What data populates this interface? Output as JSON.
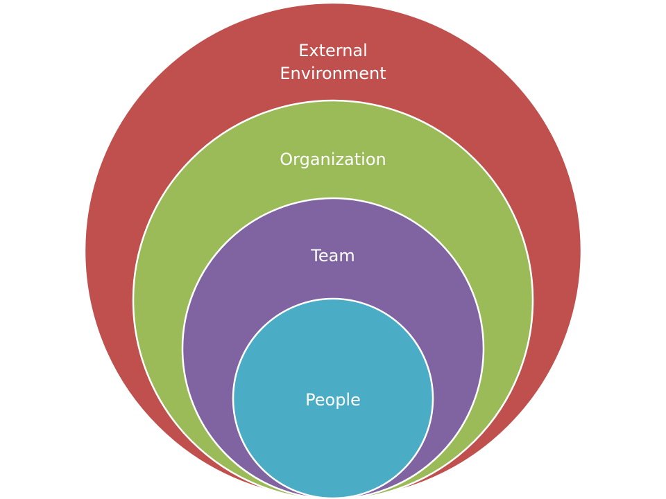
{
  "diagram": {
    "type": "nested-circles",
    "layers": [
      {
        "key": "external",
        "label_lines": [
          "External",
          "Environment"
        ],
        "color": "#C0504D"
      },
      {
        "key": "organization",
        "label_lines": [
          "Organization"
        ],
        "color": "#9BBB59"
      },
      {
        "key": "team",
        "label_lines": [
          "Team"
        ],
        "color": "#8064A2"
      },
      {
        "key": "people",
        "label_lines": [
          "People"
        ],
        "color": "#4BACC6"
      }
    ]
  }
}
